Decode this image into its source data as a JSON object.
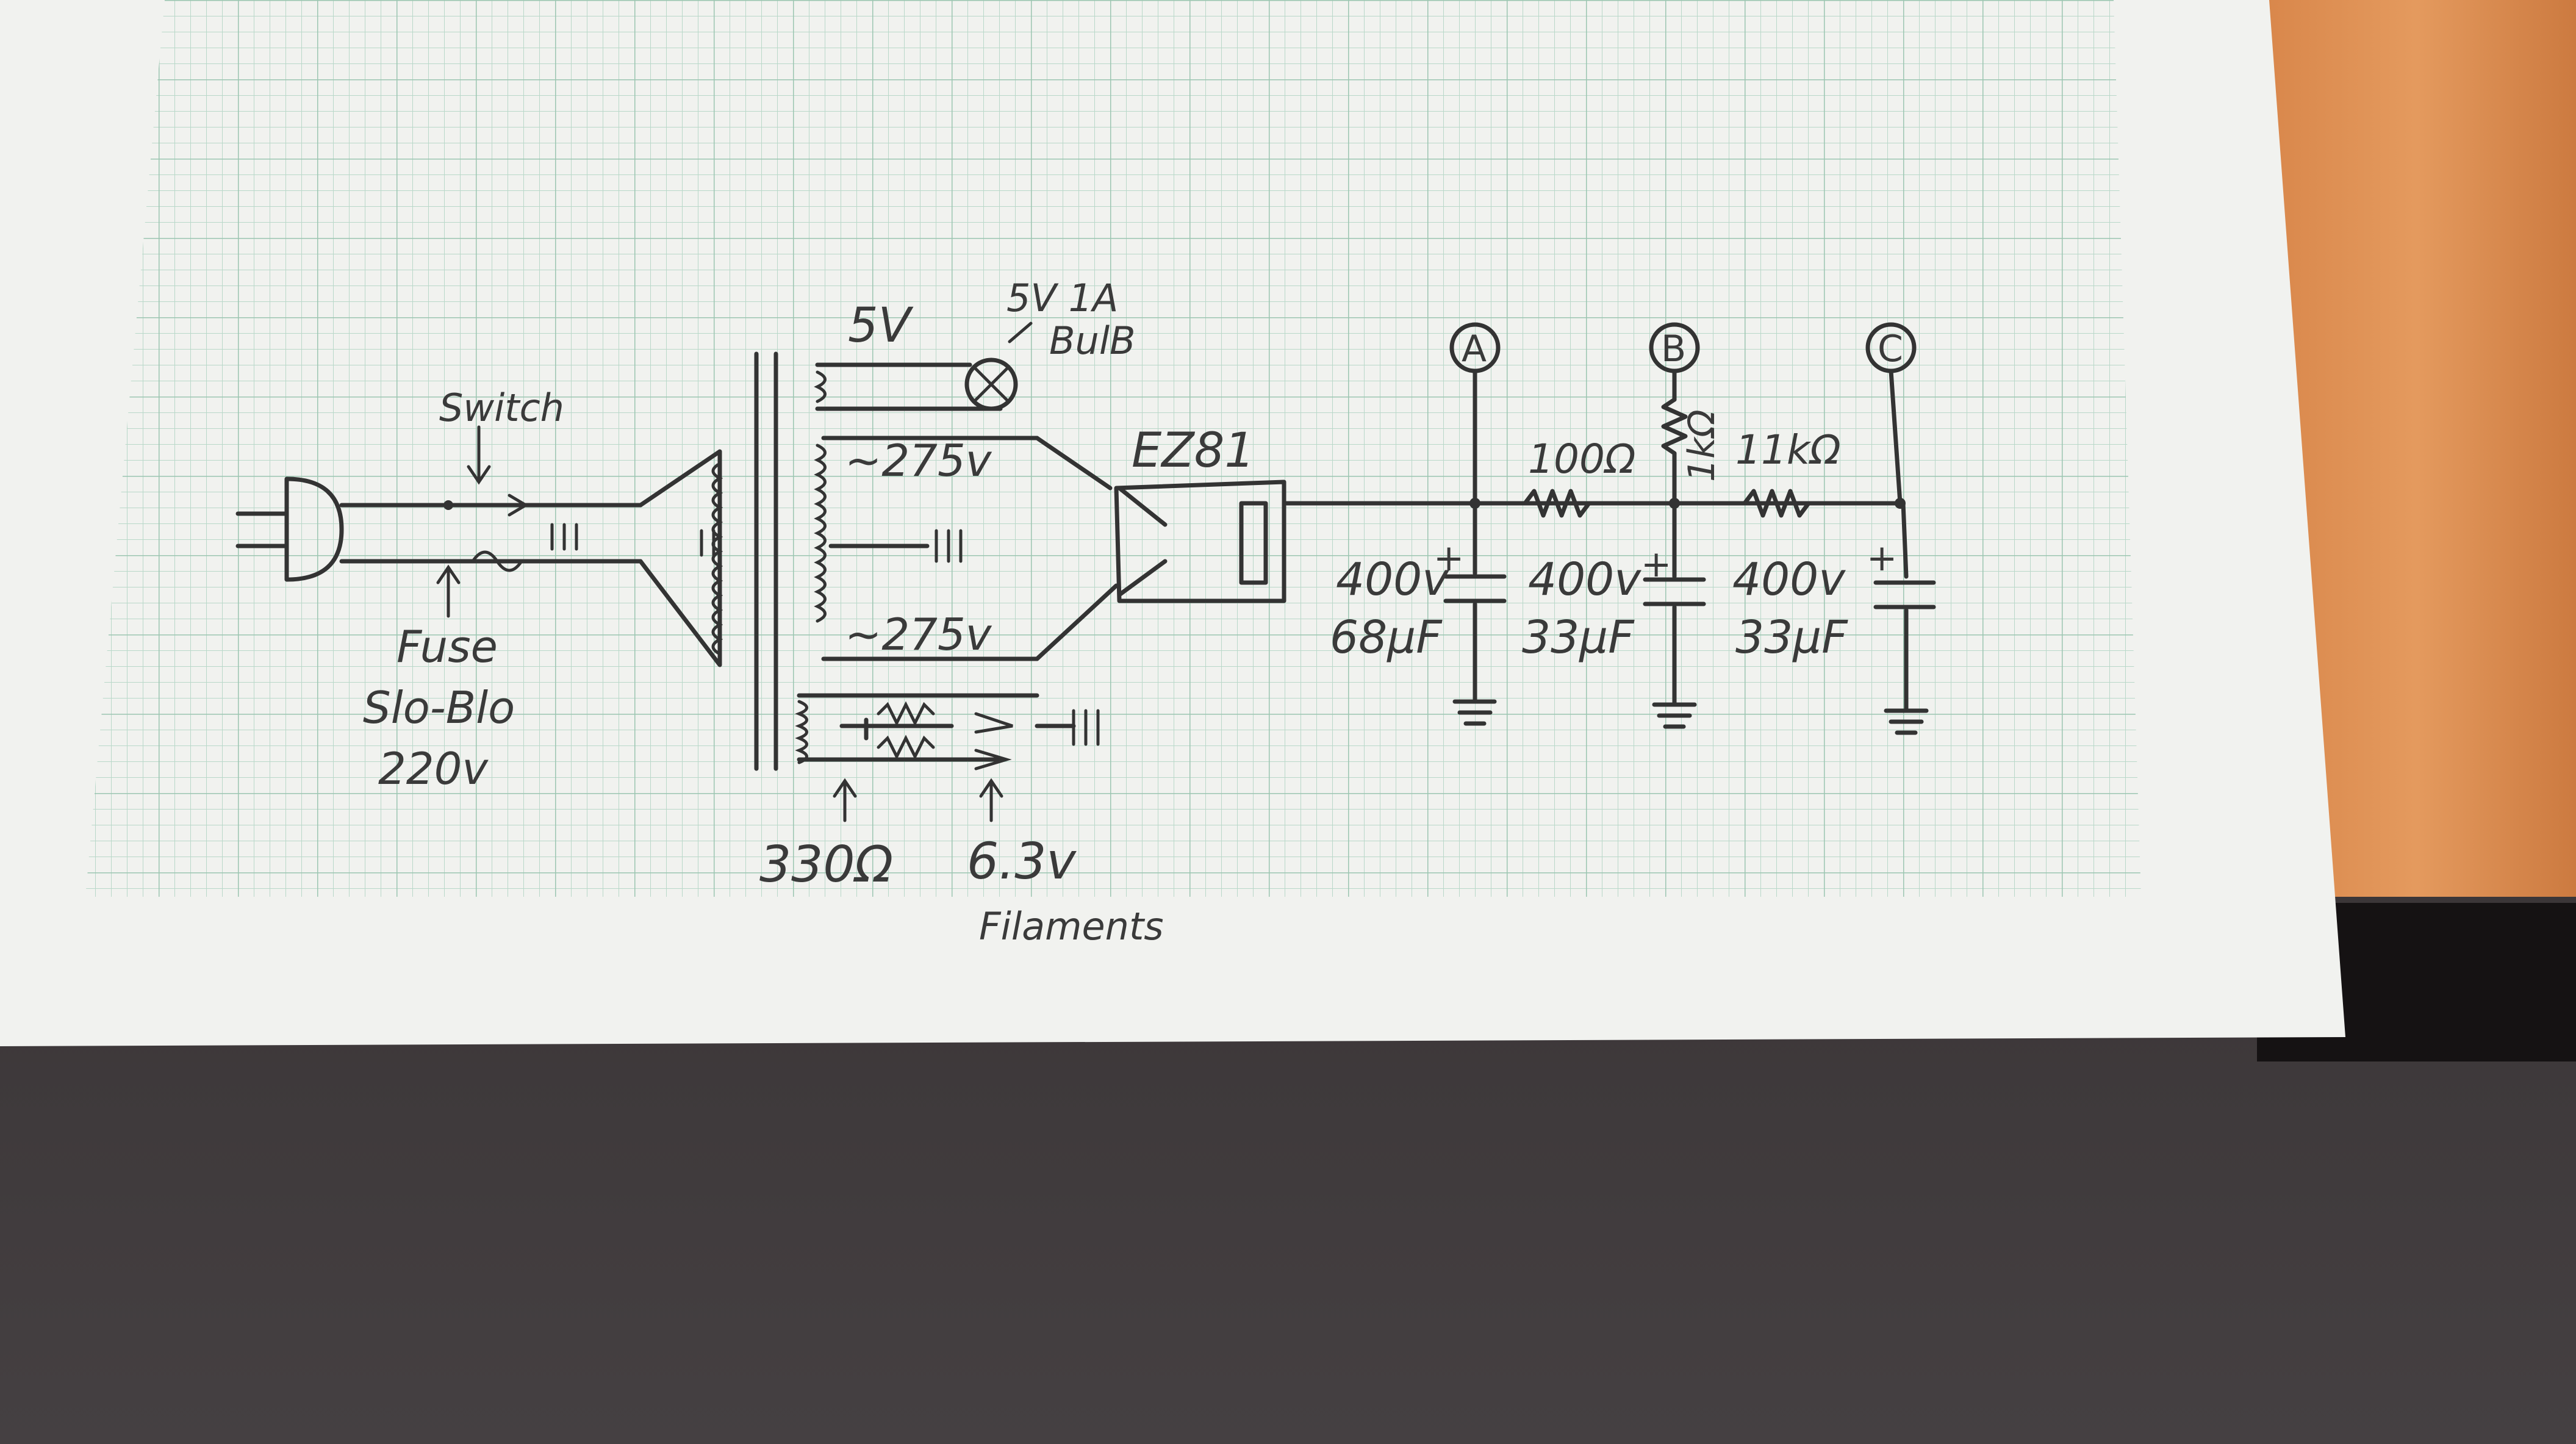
{
  "schematic": {
    "mains": {
      "switch_label": "Switch",
      "fuse_label": "Fuse",
      "fuse_type": "Slo-Blo",
      "voltage": "220v"
    },
    "secondaries": {
      "lamp_winding": "5V",
      "bulb_rating": "5V 1A",
      "bulb_label": "BulB",
      "hv_upper": "~275v",
      "hv_lower": "~275v",
      "filament_resistor": "330Ω",
      "filament_voltage": "6.3v",
      "filament_caption": "Filaments"
    },
    "rectifier": "EZ81",
    "test_points": {
      "a": "A",
      "b": "B",
      "c": "C"
    },
    "filter": {
      "cap1_voltage": "400v",
      "cap1_value": "68µF",
      "r1": "100Ω",
      "cap2_voltage": "400v",
      "cap2_value": "33µF",
      "r_bleed": "1kΩ",
      "r2": "11kΩ",
      "cap3_voltage": "400v",
      "cap3_value": "33µF",
      "plus_sign": "+"
    }
  }
}
